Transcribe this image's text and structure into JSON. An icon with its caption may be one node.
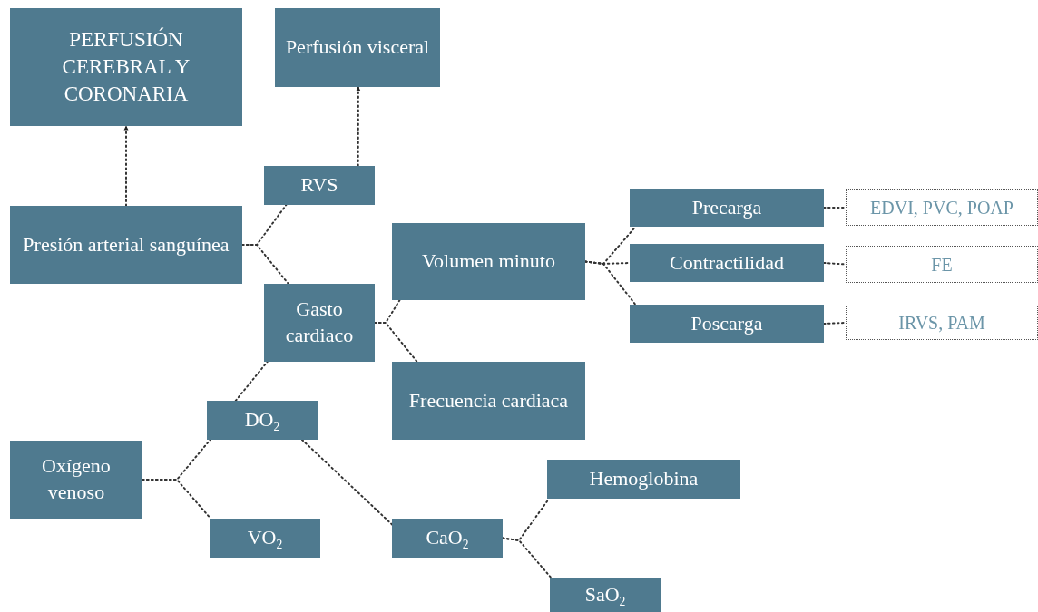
{
  "diagram": {
    "nodes": [
      {
        "text": [
          "PERFUSIÓN CEREBRAL Y CORONARIA"
        ]
      },
      {
        "text": [
          "Perfusión visceral"
        ]
      },
      {
        "text": [
          "RVS"
        ]
      },
      {
        "text": [
          "Presión arterial sanguínea"
        ]
      },
      {
        "text": [
          "Gasto cardiaco"
        ]
      },
      {
        "text": [
          "Volumen minuto"
        ]
      },
      {
        "text": [
          "Precarga"
        ]
      },
      {
        "text": [
          "EDVI, PVC, POAP"
        ]
      },
      {
        "text": [
          "Contractilidad"
        ]
      },
      {
        "text": [
          "FE"
        ]
      },
      {
        "text": [
          "Poscarga"
        ]
      },
      {
        "text": [
          "IRVS, PAM"
        ]
      },
      {
        "text": [
          "Frecuencia cardiaca"
        ]
      },
      {
        "text": [
          "DO$_{2}$"
        ]
      },
      {
        "text": [
          "Oxígeno venoso"
        ]
      },
      {
        "text": [
          "VO$_{2}$"
        ]
      },
      {
        "text": [
          "Hemoglobina"
        ]
      },
      {
        "text": [
          "CaO$_{2}$"
        ]
      },
      {
        "text": [
          "SaO$_{2}$"
        ]
      }
    ],
    "edges": [
      {
        "from": 3,
        "to": 0,
        "arrow": "to"
      },
      {
        "from": 2,
        "to": 1,
        "arrow": "to"
      },
      {
        "from": 3,
        "to": 2,
        "arrow": "none"
      },
      {
        "from": 3,
        "to": 4,
        "arrow": "none"
      },
      {
        "from": 4,
        "to": 5,
        "arrow": "none"
      },
      {
        "from": 4,
        "to": 12,
        "arrow": "none"
      },
      {
        "from": 5,
        "to": 6,
        "arrow": "none"
      },
      {
        "from": 5,
        "to": 8,
        "arrow": "none"
      },
      {
        "from": 5,
        "to": 10,
        "arrow": "none"
      },
      {
        "from": 6,
        "to": 7,
        "arrow": "none"
      },
      {
        "from": 8,
        "to": 9,
        "arrow": "none"
      },
      {
        "from": 10,
        "to": 11,
        "arrow": "none"
      },
      {
        "from": 13,
        "to": 4,
        "arrow": "none"
      },
      {
        "from": 14,
        "to": 13,
        "arrow": "none"
      },
      {
        "from": 14,
        "to": 15,
        "arrow": "none"
      },
      {
        "from": 13,
        "to": 17,
        "arrow": "none"
      },
      {
        "from": 17,
        "to": 16,
        "arrow": "none"
      },
      {
        "from": 17,
        "to": 18,
        "arrow": "none"
      }
    ]
  }
}
